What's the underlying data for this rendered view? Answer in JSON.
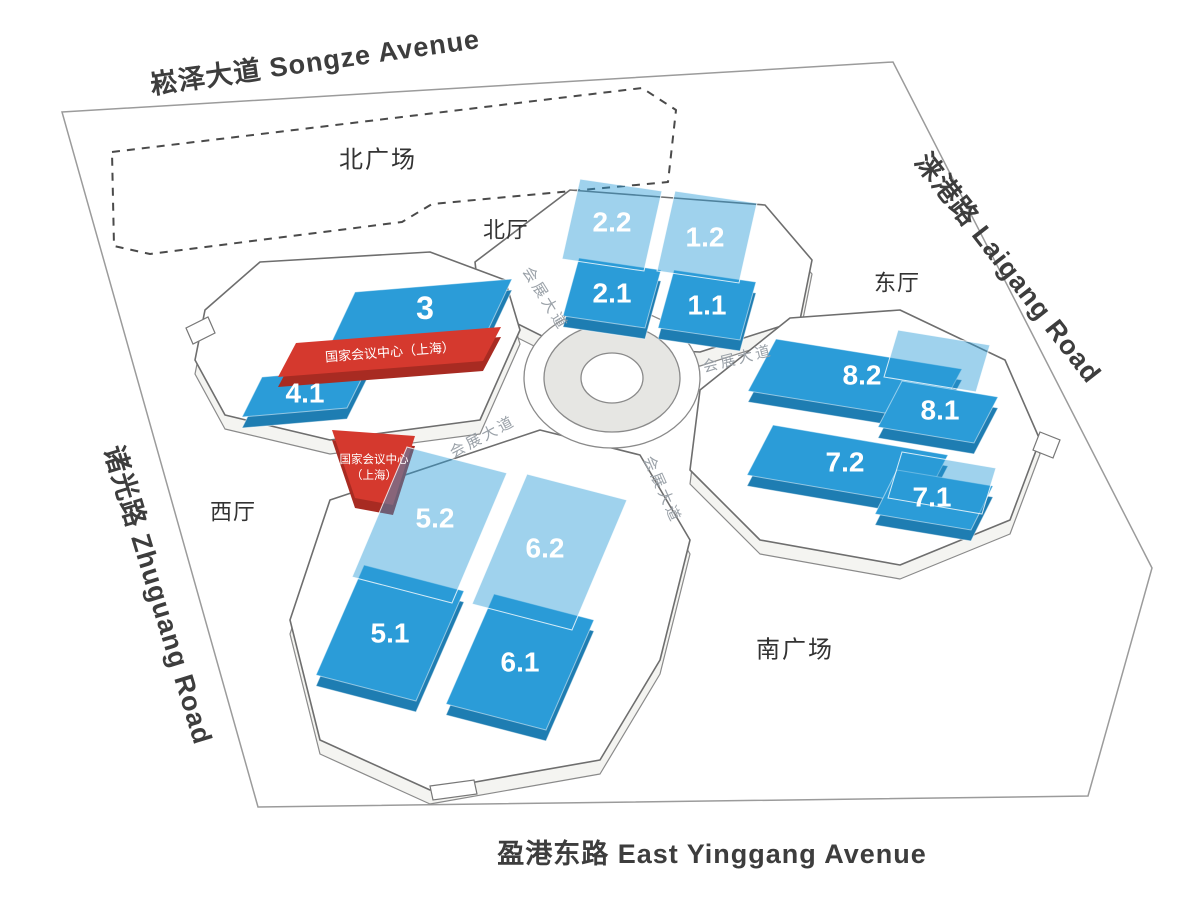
{
  "colors": {
    "hall_blue": "#2B9CD8",
    "hall_blue_dark": "#1E7DB2",
    "red": "#D5392E",
    "red_dark": "#A82B22"
  },
  "streets": {
    "north": "崧泽大道  Songze Avenue",
    "east": "涞港路  Laigang Road",
    "west": "诸光路  Zhuguang Road",
    "south": "盈港东路  East Yinggang Avenue"
  },
  "plazas": {
    "north": "北广场",
    "south": "南广场"
  },
  "entrances": {
    "north": "北厅",
    "east": "东厅",
    "west": "西厅"
  },
  "boulevard": "会展大道",
  "convention_center": {
    "label": "国家会议中心（上海）",
    "line1": "国家会议中心",
    "line2": "（上海）"
  },
  "halls": {
    "h22": "2.2",
    "h12": "1.2",
    "h21": "2.1",
    "h11": "1.1",
    "h3": "3",
    "h41": "4.1",
    "h82": "8.2",
    "h81": "8.1",
    "h72": "7.2",
    "h71": "7.1",
    "h52": "5.2",
    "h62": "6.2",
    "h51": "5.1",
    "h61": "6.1"
  }
}
